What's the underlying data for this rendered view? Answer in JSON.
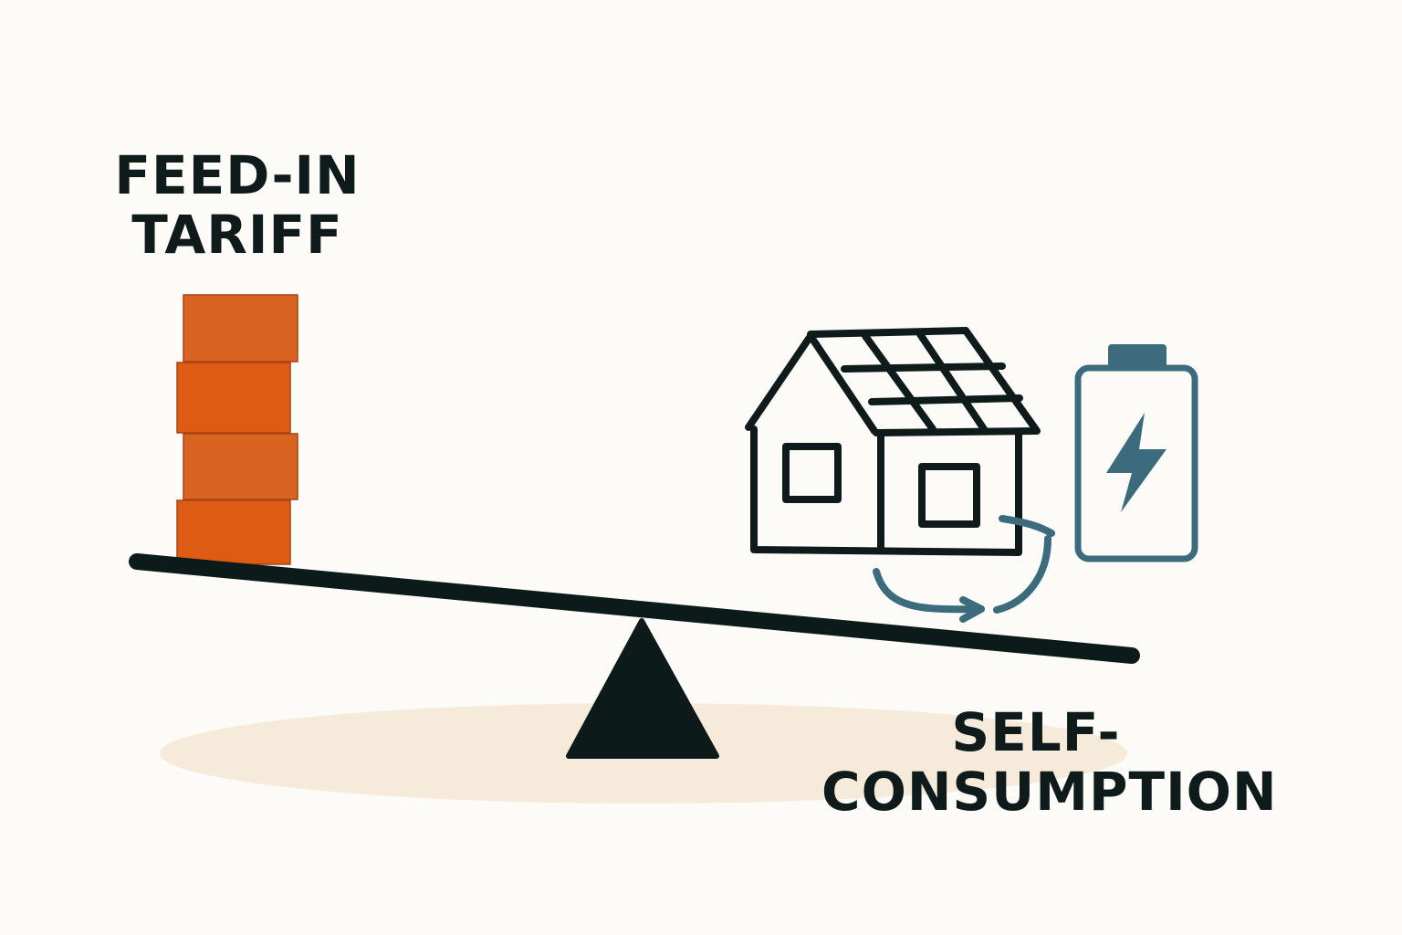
{
  "labels": {
    "left": [
      "FEED-IN",
      "TARIFF"
    ],
    "right": [
      "SELF-",
      "CONSUMPTION"
    ]
  },
  "colors": {
    "background": "#fdfbf7",
    "ink": "#0f1b1b",
    "block_orange": "#de5b14",
    "block_orange_alt": "#d96320",
    "teal": "#3c6b7e",
    "shadow": "#f6eadb"
  },
  "icons": {
    "left": "coin-stack-icon",
    "house": "solar-house-icon",
    "battery": "battery-icon",
    "arrow": "flow-arrow-icon"
  }
}
